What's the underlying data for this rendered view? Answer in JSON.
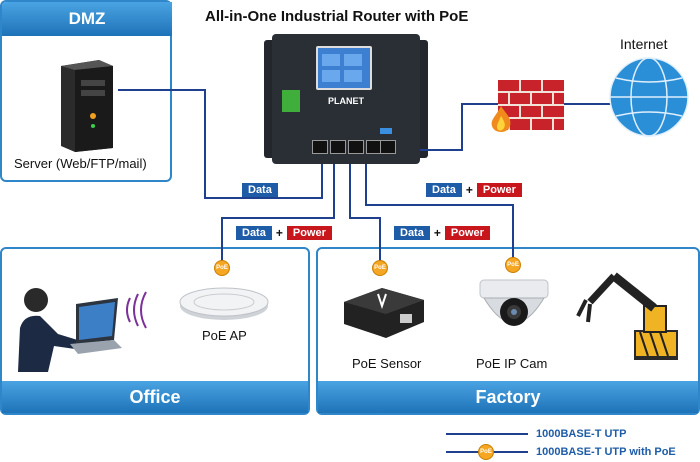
{
  "title": "All-in-One Industrial Router with PoE",
  "zones": {
    "dmz": "DMZ",
    "office": "Office",
    "factory": "Factory"
  },
  "devices": {
    "server": "Server (Web/FTP/mail)",
    "internet": "Internet",
    "poe_ap": "PoE AP",
    "poe_sensor": "PoE Sensor",
    "poe_ip_cam": "PoE IP Cam",
    "router_brand": "PLANET"
  },
  "tags": {
    "data": "Data",
    "plus": "+",
    "power": "Power",
    "poe": "PoE"
  },
  "legend": {
    "utp": "1000BASE-T UTP",
    "utp_poe": "1000BASE-T UTP with PoE"
  },
  "colors": {
    "line": "#1f3f8f",
    "zone_border": "#2f86c8",
    "data_tag": "#1f5ca8",
    "power_tag": "#c8161d",
    "poe_badge": "#f5a623"
  }
}
